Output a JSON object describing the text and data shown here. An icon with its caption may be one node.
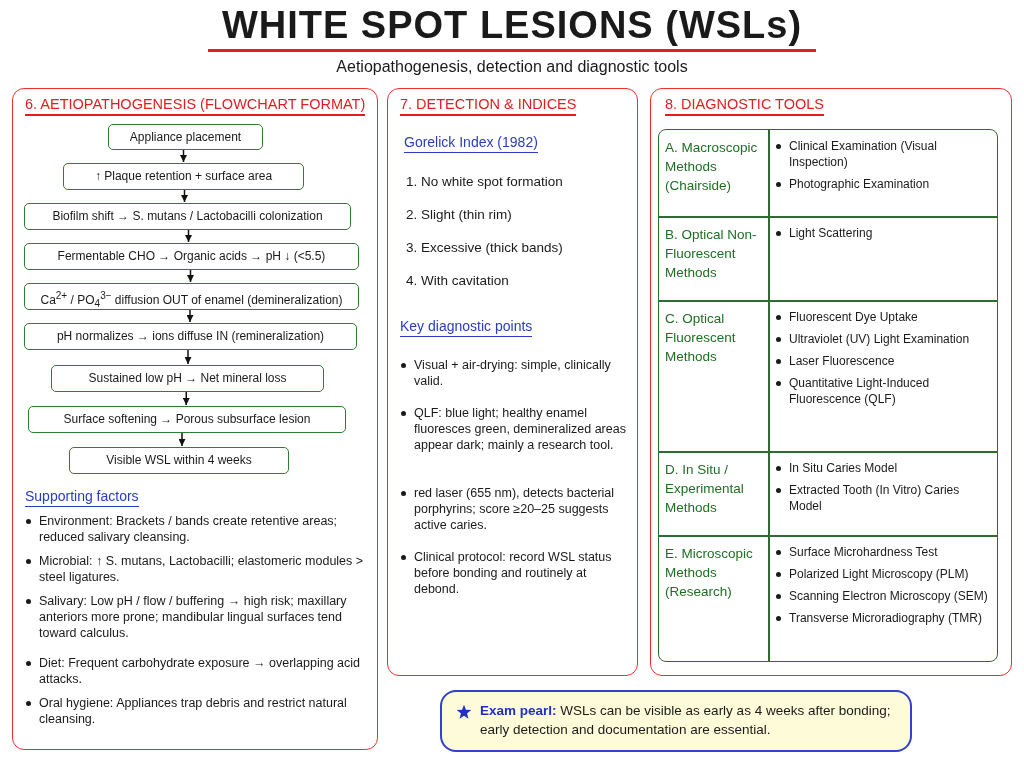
{
  "diagram": {
    "title": "WHITE SPOT LESIONS (WSLs)",
    "nodes": [
      {
        "text": [
          "6. AETIOPATHOGENESIS (FLOWCHART FORMAT)",
          "Supporting factors",
          "Environment: Brackets / bands create retentive areas; reduced salivary cleansing.",
          "Microbial: ↑ S. mutans, Lactobacilli; elastomeric modules > steel ligatures.",
          "Salivary: Low pH / flow / buffering → high risk; maxillary anteriors more prone; mandibular lingual surfaces tend toward calculus.",
          "Diet: Frequent carbohydrate exposure → overlapping acid attacks.",
          "Oral hygiene: Appliances trap debris and restrict natural cleansing."
        ]
      },
      {
        "text": [
          "Appliance placement"
        ],
        "in": 0
      },
      {
        "text": [
          "↑ Plaque retention + surface area"
        ],
        "in": 0
      },
      {
        "text": [
          "Biofilm shift → S. mutans / Lactobacilli colonization"
        ],
        "in": 0
      },
      {
        "text": [
          "Fermentable CHO → Organic acids → pH ↓ (<5.5)"
        ],
        "in": 0
      },
      {
        "text": [
          "Ca$^{2+}$ / PO$_{4}$$^{3−}$ diffusion OUT of enamel (demineralization)"
        ],
        "in": 0
      },
      {
        "text": [
          "pH normalizes → ions diffuse IN (remineralization)"
        ],
        "in": 0
      },
      {
        "text": [
          "Sustained low pH → Net mineral loss"
        ],
        "in": 0
      },
      {
        "text": [
          "Surface softening → Porous subsurface lesion"
        ],
        "in": 0
      },
      {
        "text": [
          "Visible WSL within 4 weeks"
        ],
        "in": 0
      },
      {
        "text": [
          "7. DETECTION & INDICES",
          "Gorelick Index (1982)",
          "1. No white spot formation",
          "2. Slight (thin rim)",
          "3. Excessive (thick bands)",
          "4. With cavitation",
          "Key diagnostic points",
          "Visual + air-drying: simple, clinically valid.",
          "QLF: blue light; healthy enamel fluoresces green, demineralized areas appear dark; mainly a research tool.",
          "red laser (655 nm), detects bacterial porphyrins; score ≥20–25 suggests active caries.",
          "Clinical protocol: record WSL status before bonding and routinely at debond."
        ]
      },
      {
        "text": [
          "8. DIAGNOSTIC TOOLS"
        ]
      },
      {
        "text": [
          "A. Macroscopic Methods (Chairside)"
        ],
        "in": 11
      },
      {
        "text": [
          "Clinical Examination (Visual Inspection)",
          "Photographic Examination"
        ],
        "in": 11
      },
      {
        "text": [
          "B. Optical Non-Fluorescent Methods"
        ],
        "in": 11
      },
      {
        "text": [
          "Light Scattering"
        ],
        "in": 11
      },
      {
        "text": [
          "C. Optical Fluorescent Methods"
        ],
        "in": 11
      },
      {
        "text": [
          "Fluorescent Dye Uptake",
          "Ultraviolet (UV) Light Examination",
          "Laser Fluorescence",
          "Quantitative Light-Induced Fluorescence (QLF)"
        ],
        "in": 11
      },
      {
        "text": [
          "D. In Situ / Experimental Methods"
        ],
        "in": 11
      },
      {
        "text": [
          "In Situ Caries Model",
          "Extracted Tooth (In Vitro) Caries Model"
        ],
        "in": 11
      },
      {
        "text": [
          "E. Microscopic Methods (Research)"
        ],
        "in": 11
      },
      {
        "text": [
          "Surface Microhardness Test",
          "Polarized Light Microscopy (PLM)",
          "Scanning Electron Microscopy (SEM)",
          "Transverse Microradiography (TMR)"
        ],
        "in": 11
      },
      {
        "text": [
          "**Exam pearl:** WSLs can be visible as early as 4 weeks after bonding; early detection and documentation are essential."
        ]
      }
    ],
    "edges": [
      {
        "from": 1,
        "to": 2,
        "arrow": "to"
      },
      {
        "from": 2,
        "to": 3,
        "arrow": "to"
      },
      {
        "from": 3,
        "to": 4,
        "arrow": "to"
      },
      {
        "from": 4,
        "to": 5,
        "arrow": "to"
      },
      {
        "from": 5,
        "to": 6,
        "arrow": "to"
      },
      {
        "from": 6,
        "to": 7,
        "arrow": "to"
      },
      {
        "from": 7,
        "to": 8,
        "arrow": "to"
      },
      {
        "from": 8,
        "to": 9,
        "arrow": "to"
      }
    ],
    "labels": [
      "Aetiopathogenesis, detection and diagnostic tools"
    ]
  }
}
